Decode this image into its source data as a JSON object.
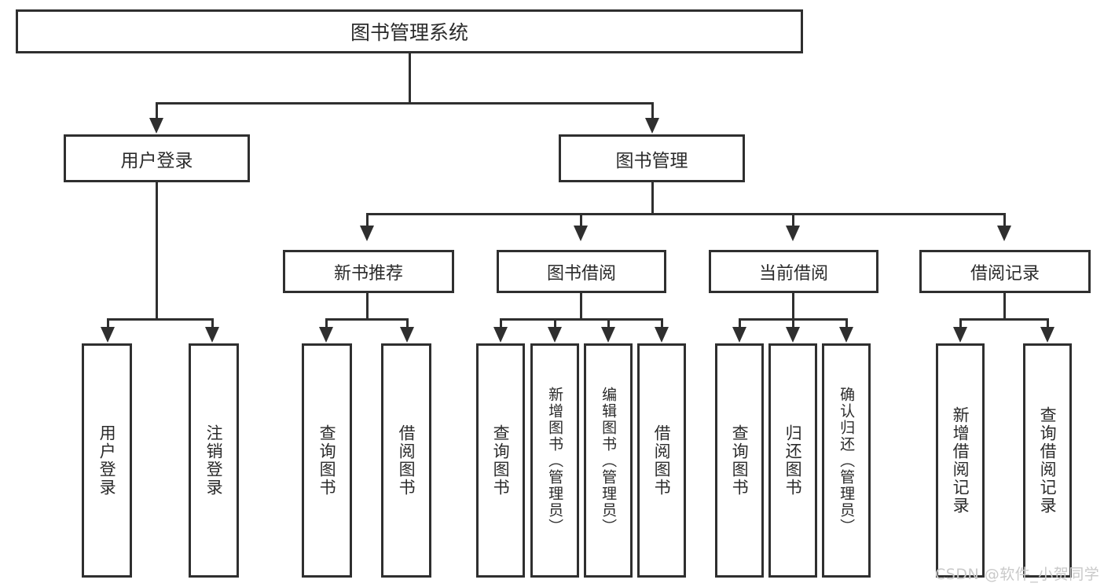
{
  "diagram": {
    "type": "hierarchy-tree",
    "root": {
      "label": "图书管理系统"
    },
    "tier2": [
      {
        "label": "用户登录"
      },
      {
        "label": "图书管理"
      }
    ],
    "tier3": [
      {
        "label": "新书推荐"
      },
      {
        "label": "图书借阅"
      },
      {
        "label": "当前借阅"
      },
      {
        "label": "借阅记录"
      }
    ],
    "leaves": {
      "user_login": [
        {
          "label": "用户登录"
        },
        {
          "label": "注销登录"
        }
      ],
      "new_book_recommend": [
        {
          "label": "查询图书"
        },
        {
          "label": "借阅图书"
        }
      ],
      "book_borrow": [
        {
          "label": "查询图书"
        },
        {
          "label": "新增图书（管理员）"
        },
        {
          "label": "编辑图书（管理员）"
        },
        {
          "label": "借阅图书"
        }
      ],
      "current_borrow": [
        {
          "label": "查询图书"
        },
        {
          "label": "归还图书"
        },
        {
          "label": "确认归还（管理员）"
        }
      ],
      "borrow_record": [
        {
          "label": "新增借阅记录"
        },
        {
          "label": "查询借阅记录"
        }
      ]
    }
  },
  "watermark": {
    "text": "CSDN @软件_小贺同学"
  },
  "colors": {
    "stroke": "#2f2f2f",
    "text": "#2b2b2b",
    "background": "#ffffff",
    "watermark": "#c9c9c9"
  }
}
